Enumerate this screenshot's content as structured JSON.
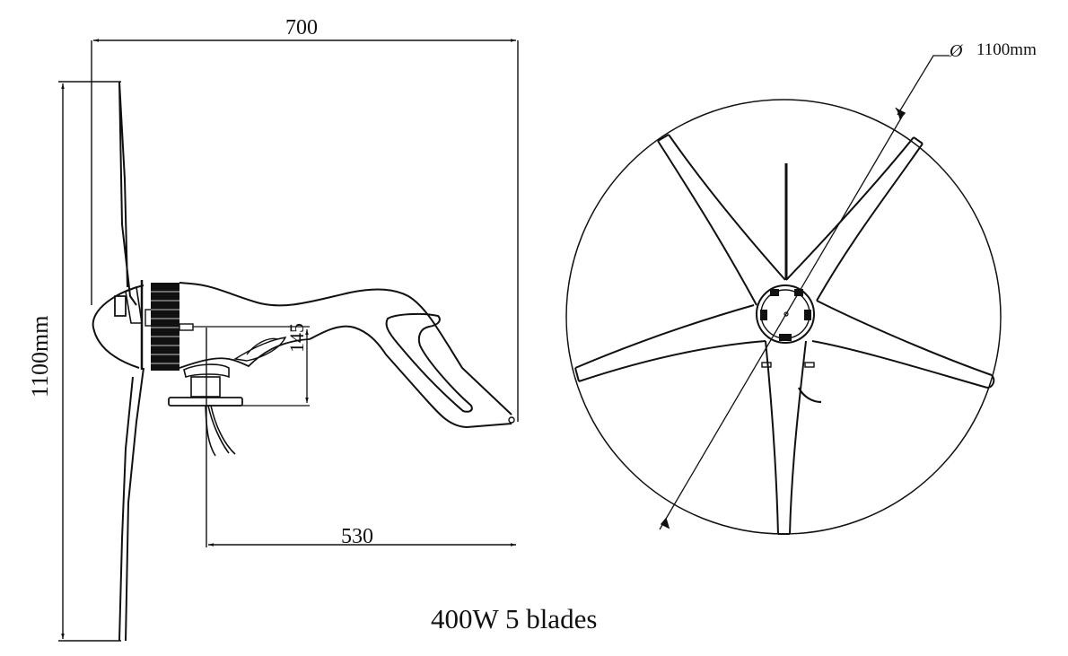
{
  "drawing": {
    "title": "400W 5 blades",
    "side_view": {
      "overall_length_dim": "700",
      "tail_offset_dim": "530",
      "hub_height_dim": "145",
      "rotor_height_dim": "1100mm"
    },
    "front_view": {
      "diameter_symbol": "Ø",
      "diameter_value": "1100mm",
      "blade_count": 5
    },
    "colors": {
      "line": "#111111",
      "background": "#ffffff"
    }
  }
}
